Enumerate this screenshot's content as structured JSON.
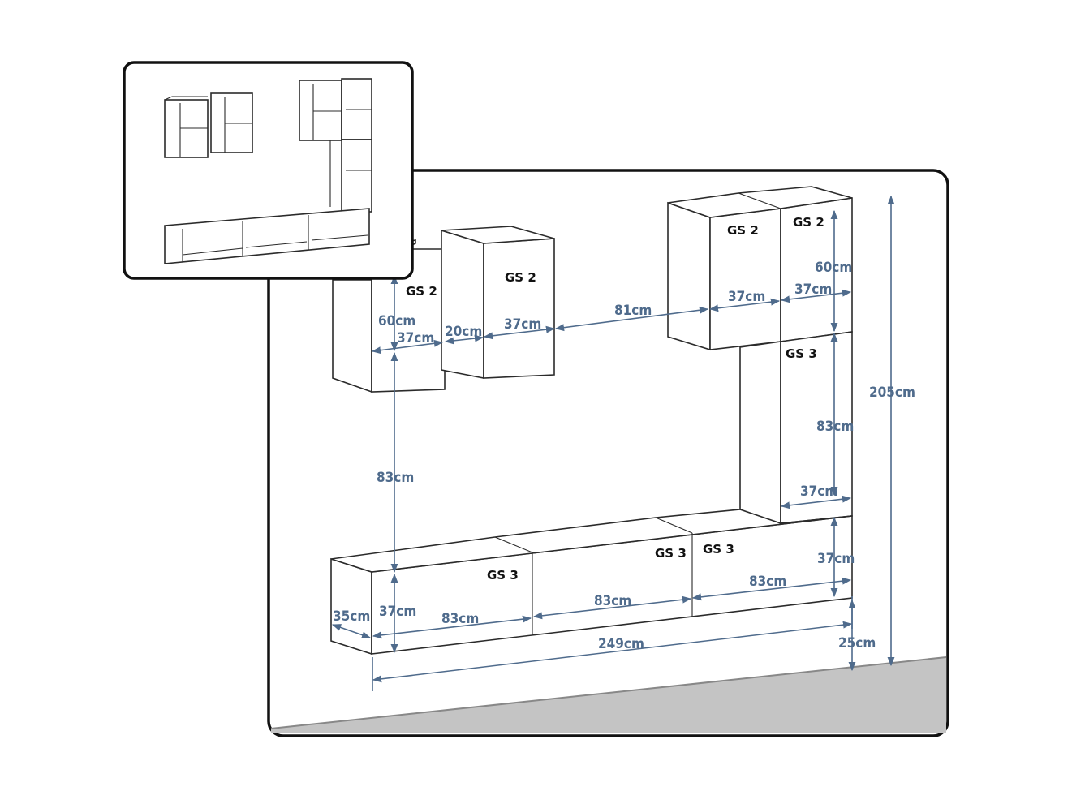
{
  "modules": {
    "left_wall_front": "GS 2",
    "left_wall_second": "GS 2",
    "right_wall_left": "GS 2",
    "right_wall_right": "GS 2",
    "tall_vertical": "GS 3",
    "low_left": "GS 3",
    "low_middle": "GS 3",
    "low_right": "GS 3"
  },
  "dimensions": {
    "left_height": "60cm",
    "left_width": "37cm",
    "gap_small": "20cm",
    "second_width": "37cm",
    "gap_large": "81cm",
    "right_left_width": "37cm",
    "right_right_width": "37cm",
    "right_height": "60cm",
    "vertical_height": "83cm",
    "vertical_width": "37cm",
    "total_height": "205cm",
    "left_gap_height": "83cm",
    "low_right_height": "37cm",
    "low_right_width": "83cm",
    "low_middle_width": "83cm",
    "low_left_height": "37cm",
    "low_left_width": "83cm",
    "depth": "35cm",
    "total_width": "249cm",
    "floor_gap": "25cm"
  },
  "colors": {
    "dimension": "#4f6b8c",
    "outline": "#2b2b2b",
    "floor": "#bdbdbd"
  }
}
